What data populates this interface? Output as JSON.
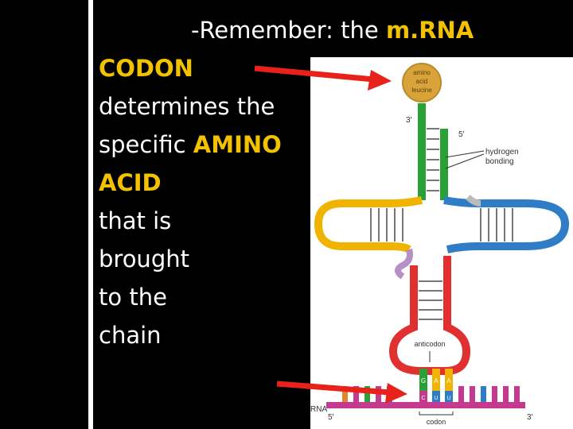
{
  "slide": {
    "line1": {
      "prefix": "-Remember: the ",
      "highlight": "m.RNA"
    },
    "lines": [
      {
        "text": "CODON",
        "highlight": true
      },
      {
        "text": "determines the",
        "highlight": false
      },
      {
        "pre": "specific ",
        "hl": "AMINO"
      },
      {
        "text": "ACID",
        "highlight": true
      },
      {
        "text": "that is",
        "highlight": false
      },
      {
        "text": "brought",
        "highlight": false
      },
      {
        "text": "to the",
        "highlight": false
      },
      {
        "text": "chain",
        "highlight": false
      }
    ]
  },
  "figure": {
    "amino_acid_label": [
      "amino",
      "acid",
      "leucine"
    ],
    "three_prime_top": "3′",
    "five_prime_top": "5′",
    "hydrogen_label": [
      "hydrogen",
      "bonding"
    ],
    "anticodon_label": "anticodon",
    "codon_label": "codon",
    "mrna_label": "RNA",
    "five_prime_bottom": "5′",
    "three_prime_bottom": "3′",
    "anticodon_bases": [
      "G",
      "A",
      "A"
    ],
    "codon_bases": [
      "C",
      "U",
      "U"
    ],
    "colors": {
      "highlight": "#f2c200",
      "arrow": "#e8221b",
      "acceptor_stem": "#2aa137",
      "d_arm": "#f0b400",
      "t_arm": "#2f7dc7",
      "anticodon_arm": "#e03030",
      "variable_loop": "#b58fc6",
      "amino_acid_ball": "#d8a43a",
      "mrna_strand": "#c43a8f"
    }
  }
}
